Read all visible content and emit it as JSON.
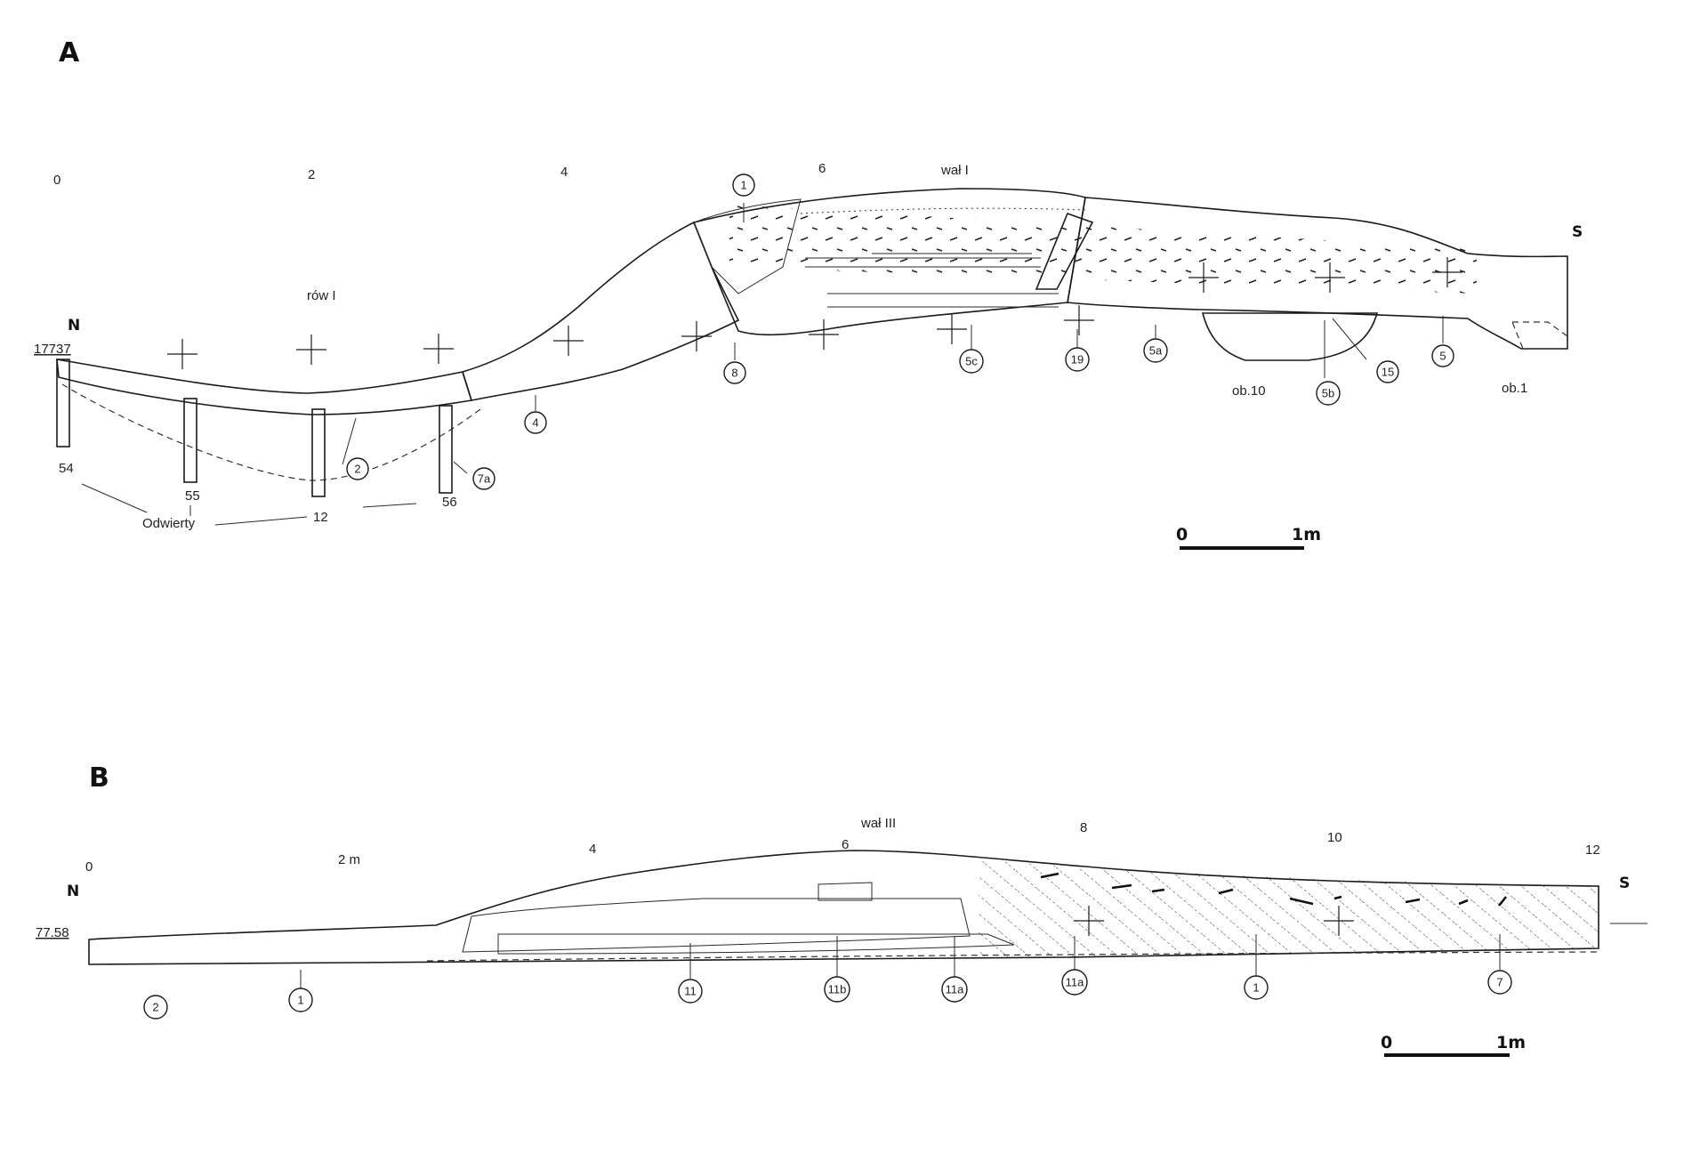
{
  "section_a": {
    "letter": "A",
    "north": "N",
    "south": "S",
    "elevation": "17737",
    "feature_ditch": "rów I",
    "feature_rampart": "wał I",
    "distance_ticks": [
      "0",
      "2",
      "4",
      "6"
    ],
    "borehole_numbers": [
      "54",
      "55",
      "12",
      "56"
    ],
    "borehole_caption": "Odwierty",
    "layers": [
      "1",
      "8",
      "5c",
      "19",
      "5a",
      "5b",
      "15",
      "5",
      "4",
      "2",
      "7a"
    ],
    "objects": [
      "ob.10",
      "ob.1"
    ],
    "scale_zero": "0",
    "scale_unit": "1m"
  },
  "section_b": {
    "letter": "B",
    "north": "N",
    "south": "S",
    "elevation": "77.58",
    "feature_rampart": "wał III",
    "distance_ticks": [
      "0",
      "2 m",
      "4",
      "6",
      "8",
      "10",
      "12"
    ],
    "layers": [
      "2",
      "1",
      "11",
      "11b",
      "11a",
      "11a",
      "1",
      "7"
    ],
    "scale_zero": "0",
    "scale_unit": "1m"
  },
  "colors": {
    "ink": "#1a1a1a",
    "paper": "#ffffff"
  }
}
